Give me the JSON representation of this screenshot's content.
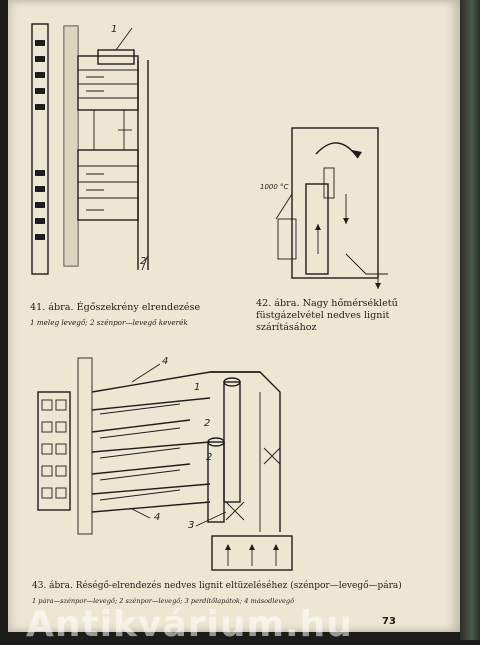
{
  "figures": {
    "fig41": {
      "title": "41. ábra. Égőszekrény elrendezése",
      "note": "1 meleg levegő; 2 szénpor—levegő keverék",
      "labels": [
        "1",
        "2"
      ]
    },
    "fig42": {
      "title_line1": "42. ábra. Nagy hőmérsékletű",
      "title_line2": "füstgázelvétel nedves lignit",
      "title_line3": "szárításához",
      "temp_label": "1000 °C"
    },
    "fig43": {
      "title": "43. ábra. Réségő-elrendezés nedves lignit eltüzeléséhez (szénpor—levegő—pára)",
      "note": "1 pára—szénpor—levegő; 2 szénpor—levegő; 3 perdítőlapátok; 4 másodlevegő",
      "labels": [
        "4",
        "1",
        "2",
        "2",
        "3",
        "4"
      ]
    }
  },
  "page_number": "73",
  "watermark": "Antikvárium.hu"
}
